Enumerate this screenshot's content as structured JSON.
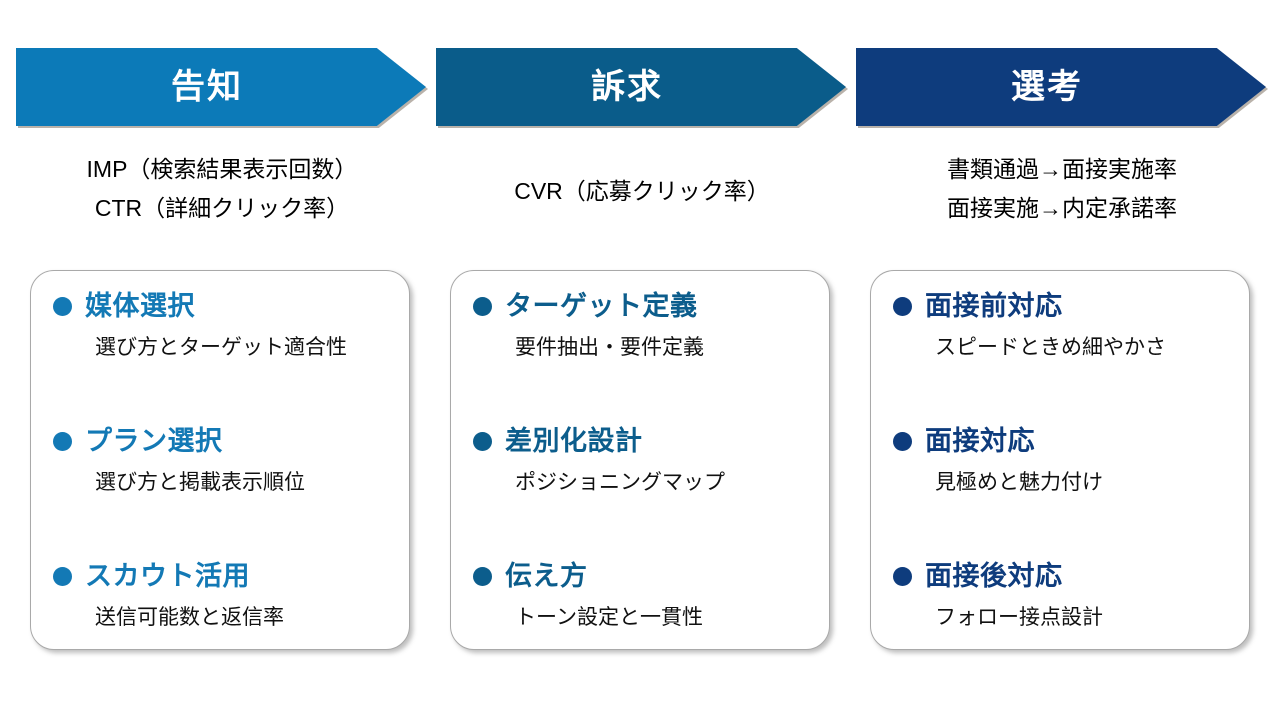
{
  "slide": {
    "title_semantic": "recruitment-funnel-framework",
    "background_color": "#FFFFFF"
  },
  "columns": [
    {
      "stage_label": "告知",
      "stage_color": "#0C7AB8",
      "accent_color": "#1379B5",
      "metrics": [
        "IMP（検索結果表示回数）",
        "CTR（詳細クリック率）"
      ],
      "items": [
        {
          "title": "媒体選択",
          "desc": "選び方とターゲット適合性"
        },
        {
          "title": "プラン選択",
          "desc": "選び方と掲載表示順位"
        },
        {
          "title": "スカウト活用",
          "desc": "送信可能数と返信率"
        }
      ]
    },
    {
      "stage_label": "訴求",
      "stage_color": "#0A5C8A",
      "accent_color": "#0C5D8C",
      "metrics": [
        "CVR（応募クリック率）"
      ],
      "items": [
        {
          "title": "ターゲット定義",
          "desc": "要件抽出・要件定義"
        },
        {
          "title": "差別化設計",
          "desc": "ポジショニングマップ"
        },
        {
          "title": "伝え方",
          "desc": "トーン設定と一貫性"
        }
      ]
    },
    {
      "stage_label": "選考",
      "stage_color": "#0E3C7D",
      "accent_color": "#0E3C7D",
      "metrics": [
        "書類通過→面接実施率",
        "面接実施→内定承諾率"
      ],
      "items": [
        {
          "title": "面接前対応",
          "desc": "スピードときめ細やかさ"
        },
        {
          "title": "面接対応",
          "desc": "見極めと魅力付け"
        },
        {
          "title": "面接後対応",
          "desc": "フォロー接点設計"
        }
      ]
    }
  ]
}
